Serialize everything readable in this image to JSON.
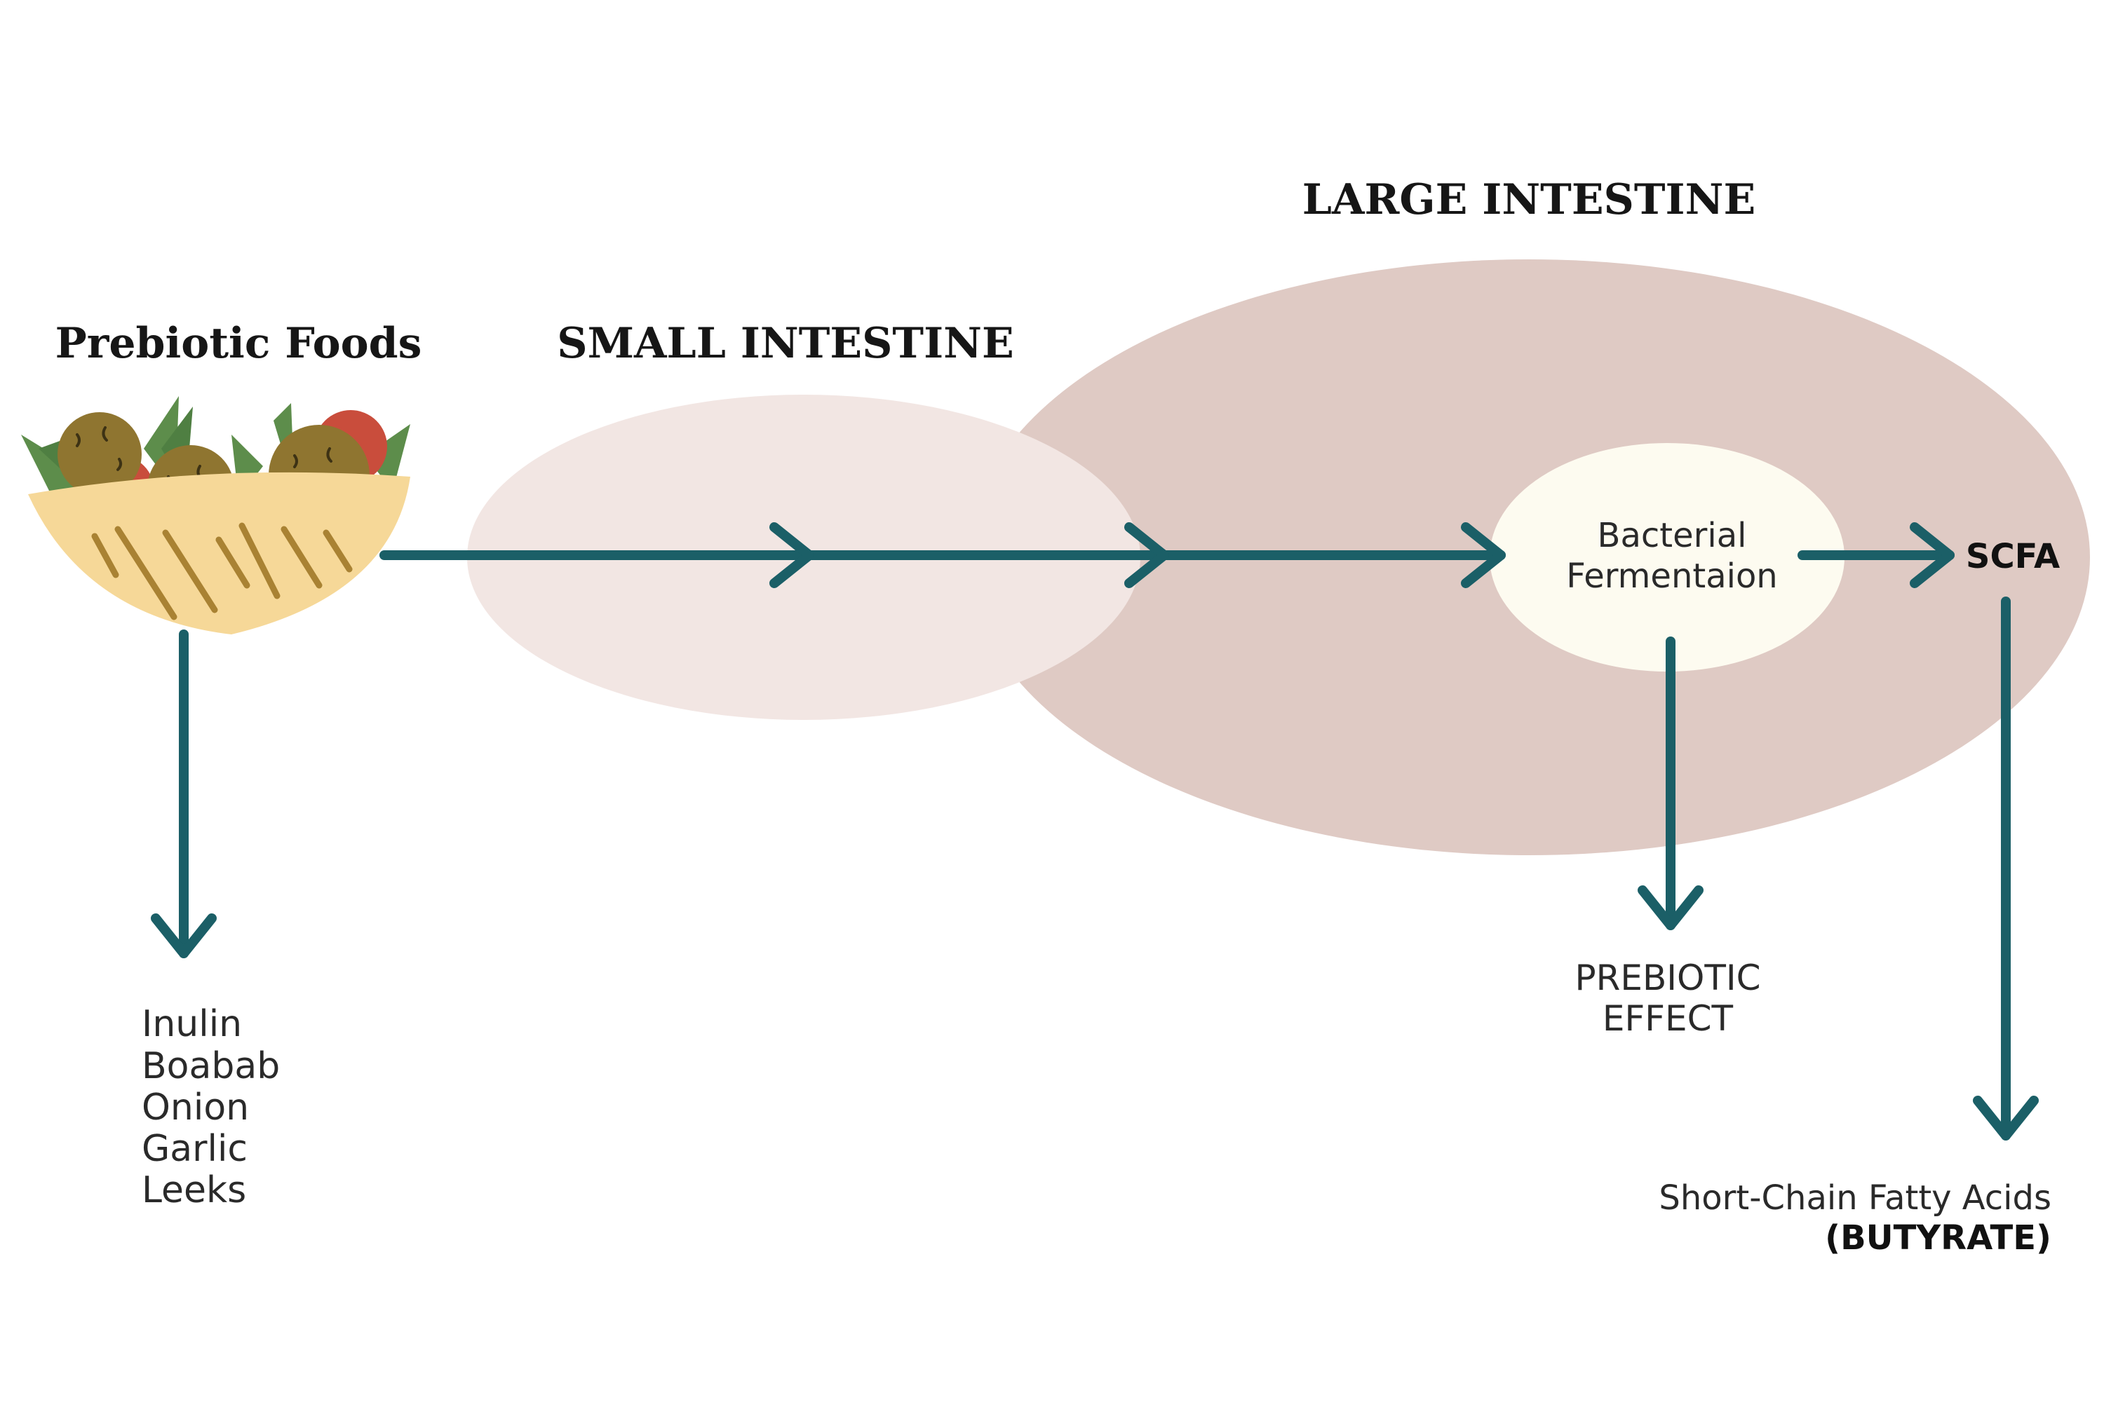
{
  "headings": {
    "prebiotic_foods": "Prebiotic Foods",
    "small_intestine": "SMALL INTESTINE",
    "large_intestine": "LARGE INTESTINE"
  },
  "fermentation": {
    "line1": "Bacterial",
    "line2": "Fermentaion"
  },
  "scfa_label": "SCFA",
  "prebiotic_effect": {
    "line1": "PREBIOTIC",
    "line2": "EFFECT"
  },
  "food_list": [
    "Inulin",
    "Boabab",
    "Onion",
    "Garlic",
    "Leeks"
  ],
  "scfa_output": {
    "line1": "Short-Chain Fatty Acids",
    "line2": "(BUTYRATE)"
  },
  "icons": {
    "food": "food-bowl-icon"
  },
  "colors": {
    "arrow": "#1b5f67",
    "small_intestine_fill": "#f2e6e3",
    "large_intestine_fill": "#dfcac4",
    "fermentation_fill": "#fdfbf0",
    "bowl": "#f6d898",
    "bowl_marks": "#a98233",
    "leaf": "#5d8d4b",
    "tomato": "#c94d3c",
    "falafel": "#8f7530"
  }
}
